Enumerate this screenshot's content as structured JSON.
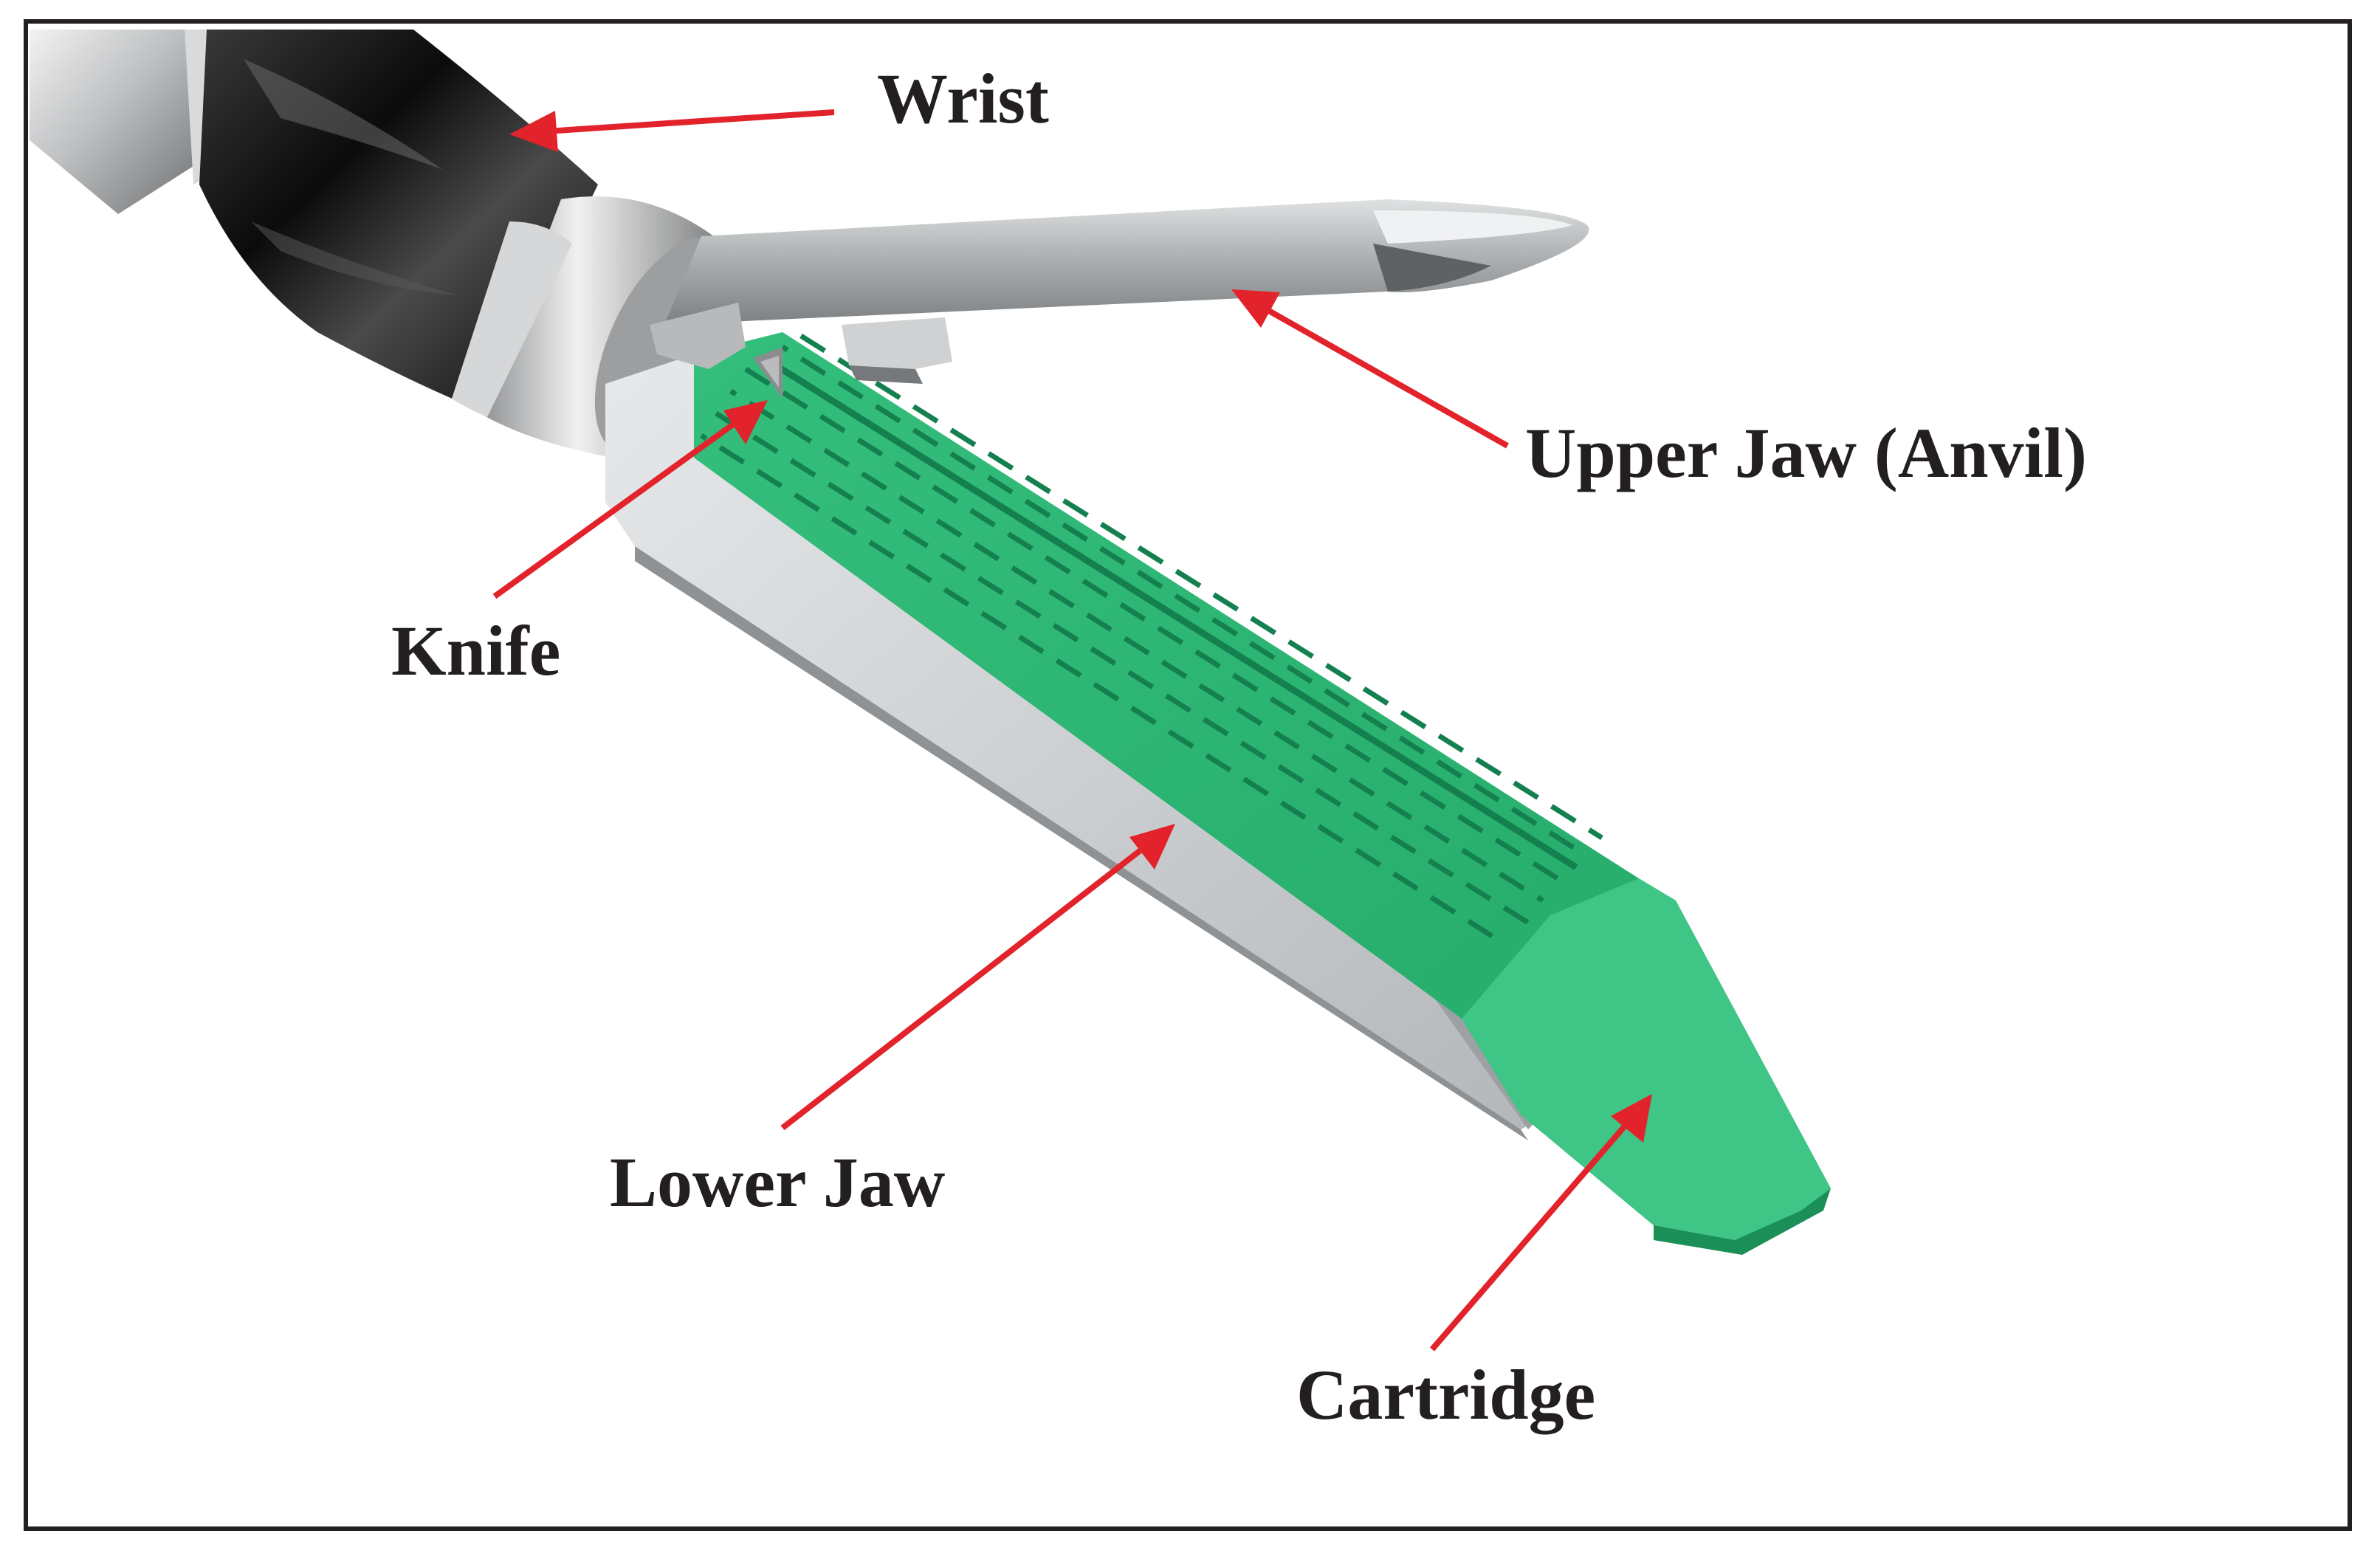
{
  "labels": {
    "wrist": "Wrist",
    "upper_jaw": "Upper Jaw (Anvil)",
    "knife": "Knife",
    "lower_jaw": "Lower Jaw",
    "cartridge": "Cartridge"
  },
  "colors": {
    "arrow": "#e3232b",
    "cartridge_green": "#2fb877",
    "cartridge_green_light": "#4fc98e",
    "staple_slot": "#15804f",
    "metal": "#c9cbcd",
    "shaft_black": "#151515",
    "label_text": "#231f20",
    "border": "#231f20"
  },
  "icons": {
    "pointer": "arrow-icon"
  }
}
